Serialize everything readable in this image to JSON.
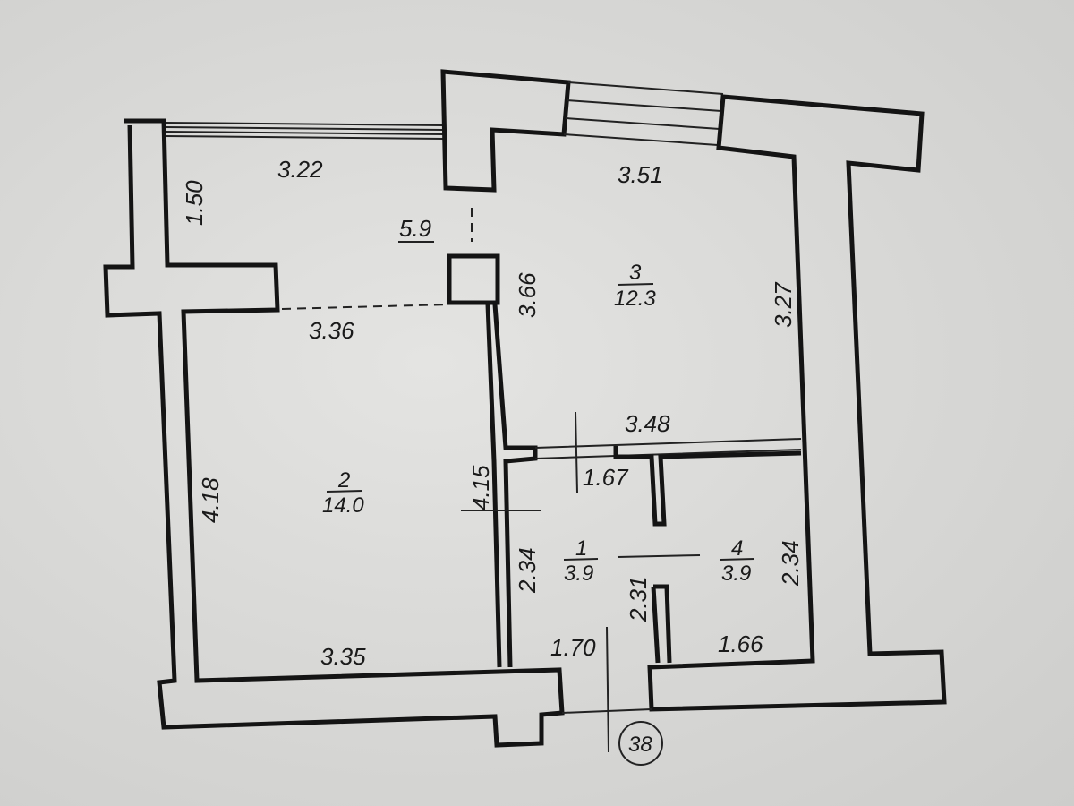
{
  "plan": {
    "dimensions": {
      "balcony_width": "3.22",
      "balcony_depth": "1.50",
      "balcony_area": "5.9",
      "kitchen_width": "3.51",
      "kitchen_depth_left": "3.66",
      "kitchen_depth_right": "3.27",
      "room_top": "3.36",
      "room_left": "4.18",
      "room_right": "4.15",
      "room_bottom": "3.35",
      "hall_top": "3.48",
      "corridor_width": "1.67",
      "hall_left": "2.34",
      "hall_right": "2.31",
      "hall_bottom": "1.70",
      "bath_right": "2.34",
      "bath_bottom": "1.66"
    },
    "rooms": [
      {
        "number": "1",
        "area": "3.9"
      },
      {
        "number": "2",
        "area": "14.0"
      },
      {
        "number": "3",
        "area": "12.3"
      },
      {
        "number": "4",
        "area": "3.9"
      }
    ],
    "apartment_number": "38"
  }
}
